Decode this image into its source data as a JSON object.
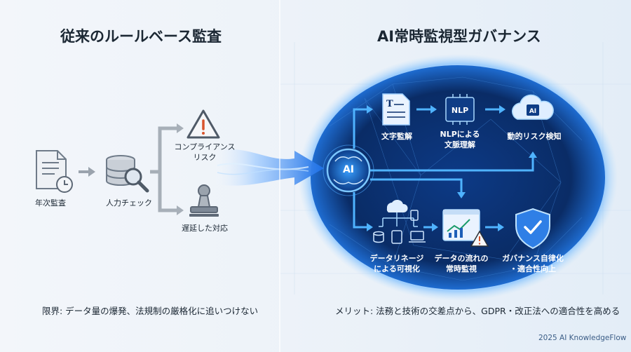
{
  "left": {
    "title": "従来のルールベース監査",
    "steps": [
      "年次監査",
      "人力チェック"
    ],
    "risk_label": [
      "コンプライアンス",
      "リスク"
    ],
    "delay_label": "遅延した対応",
    "note": "限界: データ量の爆発、法規制の厳格化に追いつけない"
  },
  "right": {
    "title": "AI常時監視型ガバナンス",
    "ai_label": "AI",
    "top_row": {
      "nodes": [
        {
          "label": [
            "文字監解"
          ],
          "icon": "document-icon"
        },
        {
          "label": [
            "NLPによる",
            "文脈理解"
          ],
          "icon": "nlp-chip-icon",
          "chip_text": "NLP"
        },
        {
          "label": [
            "動的リスク検知"
          ],
          "icon": "ai-cloud-icon",
          "chip_text": "AI"
        }
      ]
    },
    "bottom_row": {
      "nodes": [
        {
          "label": [
            "データリネージ",
            "による可視化"
          ],
          "icon": "lineage-icon"
        },
        {
          "label": [
            "データの流れの",
            "常時監視"
          ],
          "icon": "monitor-chart-icon"
        },
        {
          "label": [
            "ガバナンス自律化",
            "・適合性向上"
          ],
          "icon": "shield-check-icon"
        }
      ]
    },
    "note": "メリット: 法務と技術の交差点から、GDPR・改正法への適合性を高める"
  },
  "credit": "2025 AI KnowledgeFlow",
  "colors": {
    "background": "#eef3f9",
    "ai_sphere": "#0b2f6b",
    "glow": "#2f8bff",
    "icon_gray": "#7d8896",
    "warning": "#d9542c"
  }
}
